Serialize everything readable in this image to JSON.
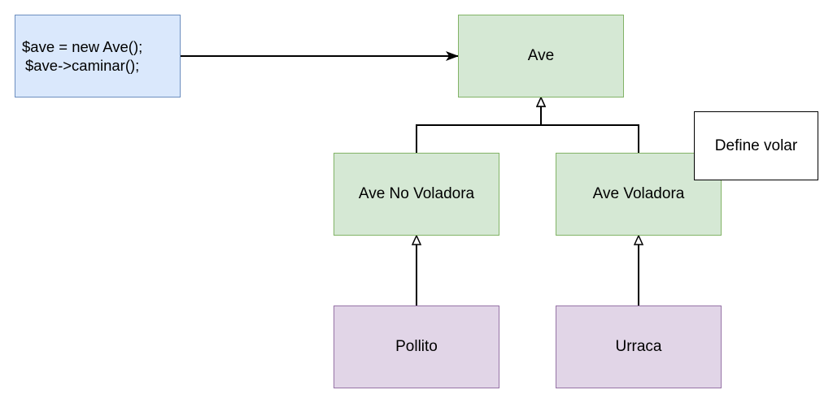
{
  "colors": {
    "code_fill": "#dae8fc",
    "code_stroke": "#6c8ebf",
    "class_fill": "#d5e8d4",
    "class_stroke": "#82b366",
    "leaf_fill": "#e1d5e7",
    "leaf_stroke": "#9673a6",
    "note_fill": "#ffffff",
    "note_stroke": "#000000",
    "edge": "#000000"
  },
  "code": {
    "lines": [
      "$ave = new Ave();",
      "$ave->caminar();"
    ]
  },
  "classes": {
    "ave": "Ave",
    "ave_no_voladora": "Ave No Voladora",
    "ave_voladora": "Ave Voladora",
    "pollito": "Pollito",
    "urraca": "Urraca"
  },
  "note": {
    "text": "Define volar"
  },
  "edges": [
    {
      "from": "code",
      "to": "ave",
      "kind": "association"
    },
    {
      "from": "ave_no_voladora",
      "to": "ave",
      "kind": "inheritance"
    },
    {
      "from": "ave_voladora",
      "to": "ave",
      "kind": "inheritance"
    },
    {
      "from": "pollito",
      "to": "ave_no_voladora",
      "kind": "inheritance"
    },
    {
      "from": "urraca",
      "to": "ave_voladora",
      "kind": "inheritance"
    }
  ]
}
